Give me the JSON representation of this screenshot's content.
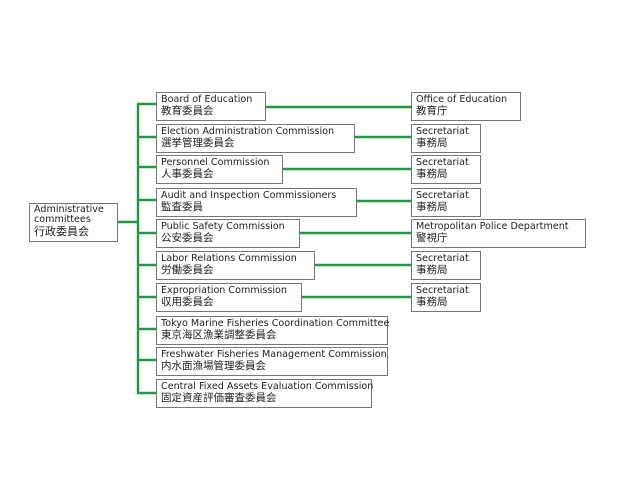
{
  "root": {
    "en_line1": "Administrative",
    "en_line2": "committees",
    "ja": "行政委員会"
  },
  "committees": [
    {
      "en": "Board of Education",
      "ja": "教育委員会"
    },
    {
      "en": "Election Administration Commission",
      "ja": "選挙管理委員会"
    },
    {
      "en": "Personnel Commission",
      "ja": "人事委員会"
    },
    {
      "en": "Audit and Inspection Commissioners",
      "ja": "監査委員"
    },
    {
      "en": "Public Safety Commission",
      "ja": "公安委員会"
    },
    {
      "en": "Labor Relations Commission",
      "ja": "労働委員会"
    },
    {
      "en": "Expropriation Commission",
      "ja": "収用委員会"
    },
    {
      "en": "Tokyo Marine Fisheries Coordination Committee",
      "ja": "東京海区漁業調整委員会"
    },
    {
      "en": "Freshwater Fisheries Management Commission",
      "ja": "内水面漁場管理委員会"
    },
    {
      "en": "Central Fixed Assets Evaluation Commission",
      "ja": "固定資産評価審査委員会"
    }
  ],
  "subsidiaries": [
    {
      "en": "Office of Education",
      "ja": "教育庁"
    },
    {
      "en": "Secretariat",
      "ja": "事務局"
    },
    {
      "en": "Secretariat",
      "ja": "事務局"
    },
    {
      "en": "Secretariat",
      "ja": "事務局"
    },
    {
      "en": "Metropolitan Police Department",
      "ja": "警視庁"
    },
    {
      "en": "Secretariat",
      "ja": "事務局"
    },
    {
      "en": "Secretariat",
      "ja": "事務局"
    }
  ],
  "line_color": "#1e9a3c"
}
